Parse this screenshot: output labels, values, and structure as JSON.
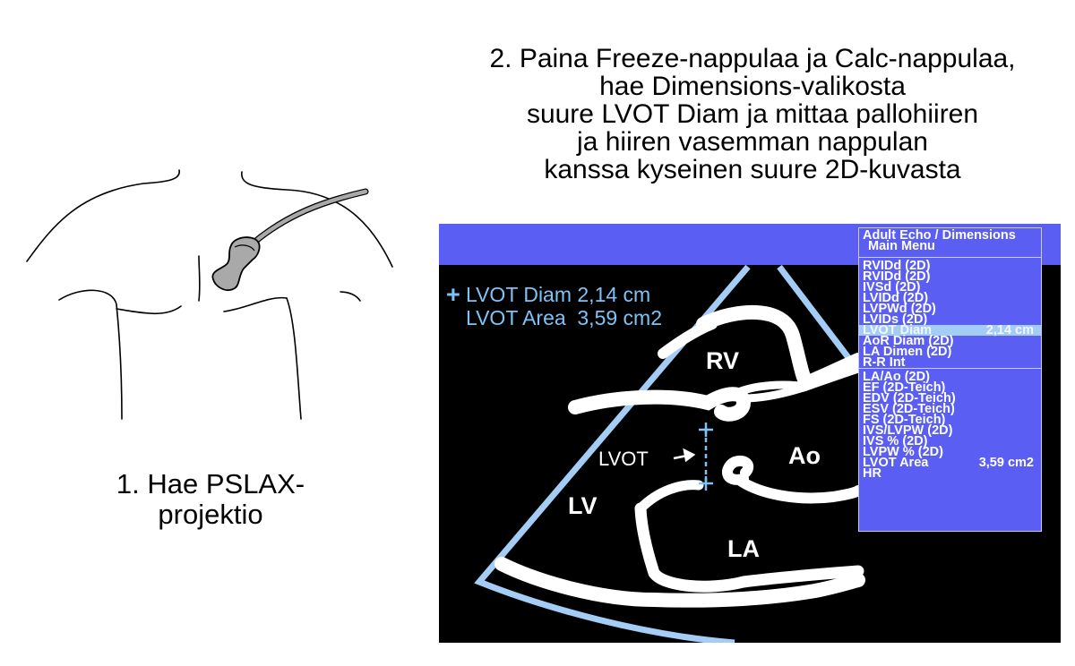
{
  "step2": {
    "lines": [
      "2. Paina Freeze-nappulaa ja Calc-nappulaa,",
      "hae Dimensions-valikosta",
      "suure LVOT Diam ja mittaa pallohiiren",
      "ja hiiren vasemman nappulan",
      "kanssa kyseinen suure 2D-kuvasta"
    ]
  },
  "step1": {
    "lines": [
      "1. Hae PSLAX-",
      "projektio"
    ]
  },
  "measurements": [
    {
      "marker": "+",
      "label": "LVOT Diam",
      "value": "2,14 cm"
    },
    {
      "marker": "",
      "label": "LVOT Area",
      "value": "3,59 cm2"
    }
  ],
  "menu": {
    "title": "Adult Echo / Dimensions",
    "subtitle": "Main Menu",
    "groups": [
      [
        {
          "label": "RVIDd (2D)",
          "value": ""
        },
        {
          "label": "RVIDd (2D)",
          "value": ""
        },
        {
          "label": "IVSd (2D)",
          "value": ""
        },
        {
          "label": "LVIDd (2D)",
          "value": ""
        },
        {
          "label": "LVPWd (2D)",
          "value": ""
        },
        {
          "label": "LVIDs (2D)",
          "value": ""
        },
        {
          "label": "LVOT Diam",
          "value": "2,14 cm",
          "selected": true
        },
        {
          "label": "AoR Diam (2D)",
          "value": ""
        },
        {
          "label": "LA Dimen (2D)",
          "value": ""
        },
        {
          "label": "R-R Int",
          "value": ""
        }
      ],
      [
        {
          "label": "LA/Ao (2D)",
          "value": ""
        },
        {
          "label": "EF (2D-Teich)",
          "value": ""
        },
        {
          "label": "EDV (2D-Teich)",
          "value": ""
        },
        {
          "label": "ESV (2D-Teich)",
          "value": ""
        },
        {
          "label": "FS (2D-Teich)",
          "value": ""
        },
        {
          "label": "IVS/LVPW (2D)",
          "value": ""
        },
        {
          "label": "IVS % (2D)",
          "value": ""
        },
        {
          "label": "LVPW % (2D)",
          "value": ""
        },
        {
          "label": "LVOT Area",
          "value": "3,59 cm2"
        },
        {
          "label": "HR",
          "value": ""
        }
      ]
    ]
  },
  "labels": {
    "rv": "RV",
    "ao": "Ao",
    "lv": "LV",
    "la": "LA",
    "lvot": "LVOT"
  },
  "colors": {
    "screen_bg": "#000000",
    "menu_bg": "#5a5ef2",
    "accent": "#7ec3f5",
    "probe": "#a9a9a9"
  }
}
